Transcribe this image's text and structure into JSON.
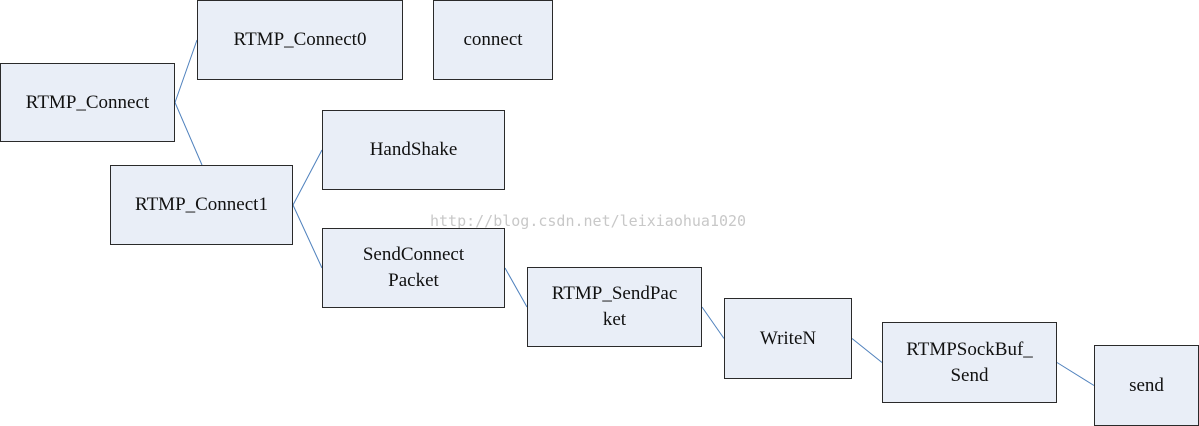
{
  "diagram": {
    "line_color": "#4f81bd",
    "box_fill": "#e9eef7",
    "box_border": "#2a2a2a",
    "nodes": {
      "rtmp_connect": "RTMP_Connect",
      "rtmp_connect0": "RTMP_Connect0",
      "connect": "connect",
      "rtmp_connect1": "RTMP_Connect1",
      "handshake": "HandShake",
      "send_connect_packet": "SendConnect\nPacket",
      "rtmp_send_packet": "RTMP_SendPac\nket",
      "writen": "WriteN",
      "rtmp_sockbuf_send": "RTMPSockBuf_\nSend",
      "send": "send"
    },
    "edges": [
      [
        "rtmp_connect",
        "rtmp_connect0"
      ],
      [
        "rtmp_connect",
        "rtmp_connect1"
      ],
      [
        "rtmp_connect1",
        "handshake"
      ],
      [
        "rtmp_connect1",
        "send_connect_packet"
      ],
      [
        "send_connect_packet",
        "rtmp_send_packet"
      ],
      [
        "rtmp_send_packet",
        "writen"
      ],
      [
        "writen",
        "rtmp_sockbuf_send"
      ],
      [
        "rtmp_sockbuf_send",
        "send"
      ]
    ],
    "watermark": "http://blog.csdn.net/leixiaohua1020"
  }
}
